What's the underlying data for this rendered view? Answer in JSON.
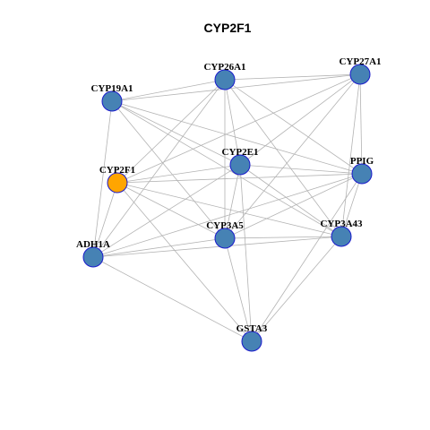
{
  "title": "CYP2F1",
  "colors": {
    "node_default": "#4682B4",
    "node_highlight": "#FFA500",
    "node_border": "#1A1ACC",
    "edge": "#B3B3B3"
  },
  "nodes": [
    {
      "id": "CYP26A1",
      "label": "CYP26A1",
      "highlight": false
    },
    {
      "id": "CYP27A1",
      "label": "CYP27A1",
      "highlight": false
    },
    {
      "id": "CYP19A1",
      "label": "CYP19A1",
      "highlight": false
    },
    {
      "id": "CYP2E1",
      "label": "CYP2E1",
      "highlight": false
    },
    {
      "id": "CYP2F1",
      "label": "CYP2F1",
      "highlight": true
    },
    {
      "id": "PPIG",
      "label": "PPIG",
      "highlight": false
    },
    {
      "id": "CYP3A5",
      "label": "CYP3A5",
      "highlight": false
    },
    {
      "id": "CYP3A43",
      "label": "CYP3A43",
      "highlight": false
    },
    {
      "id": "ADH1A",
      "label": "ADH1A",
      "highlight": false
    },
    {
      "id": "GSTA3",
      "label": "GSTA3",
      "highlight": false
    }
  ],
  "edges": [
    [
      "CYP26A1",
      "CYP27A1"
    ],
    [
      "CYP26A1",
      "CYP19A1"
    ],
    [
      "CYP26A1",
      "CYP2E1"
    ],
    [
      "CYP26A1",
      "CYP2F1"
    ],
    [
      "CYP26A1",
      "PPIG"
    ],
    [
      "CYP26A1",
      "CYP3A5"
    ],
    [
      "CYP26A1",
      "CYP3A43"
    ],
    [
      "CYP26A1",
      "ADH1A"
    ],
    [
      "CYP27A1",
      "CYP19A1"
    ],
    [
      "CYP27A1",
      "CYP2E1"
    ],
    [
      "CYP27A1",
      "CYP2F1"
    ],
    [
      "CYP27A1",
      "PPIG"
    ],
    [
      "CYP27A1",
      "CYP3A5"
    ],
    [
      "CYP27A1",
      "CYP3A43"
    ],
    [
      "CYP19A1",
      "CYP2E1"
    ],
    [
      "CYP19A1",
      "PPIG"
    ],
    [
      "CYP19A1",
      "CYP3A5"
    ],
    [
      "CYP19A1",
      "CYP3A43"
    ],
    [
      "CYP19A1",
      "ADH1A"
    ],
    [
      "CYP2E1",
      "CYP2F1"
    ],
    [
      "CYP2E1",
      "PPIG"
    ],
    [
      "CYP2E1",
      "CYP3A5"
    ],
    [
      "CYP2E1",
      "CYP3A43"
    ],
    [
      "CYP2E1",
      "ADH1A"
    ],
    [
      "CYP2E1",
      "GSTA3"
    ],
    [
      "CYP2F1",
      "PPIG"
    ],
    [
      "CYP2F1",
      "CYP3A5"
    ],
    [
      "CYP2F1",
      "CYP3A43"
    ],
    [
      "CYP2F1",
      "ADH1A"
    ],
    [
      "CYP2F1",
      "GSTA3"
    ],
    [
      "PPIG",
      "CYP3A5"
    ],
    [
      "PPIG",
      "CYP3A43"
    ],
    [
      "PPIG",
      "ADH1A"
    ],
    [
      "PPIG",
      "GSTA3"
    ],
    [
      "CYP3A5",
      "CYP3A43"
    ],
    [
      "CYP3A5",
      "ADH1A"
    ],
    [
      "CYP3A5",
      "GSTA3"
    ],
    [
      "CYP3A43",
      "ADH1A"
    ],
    [
      "CYP3A43",
      "GSTA3"
    ],
    [
      "ADH1A",
      "GSTA3"
    ]
  ]
}
